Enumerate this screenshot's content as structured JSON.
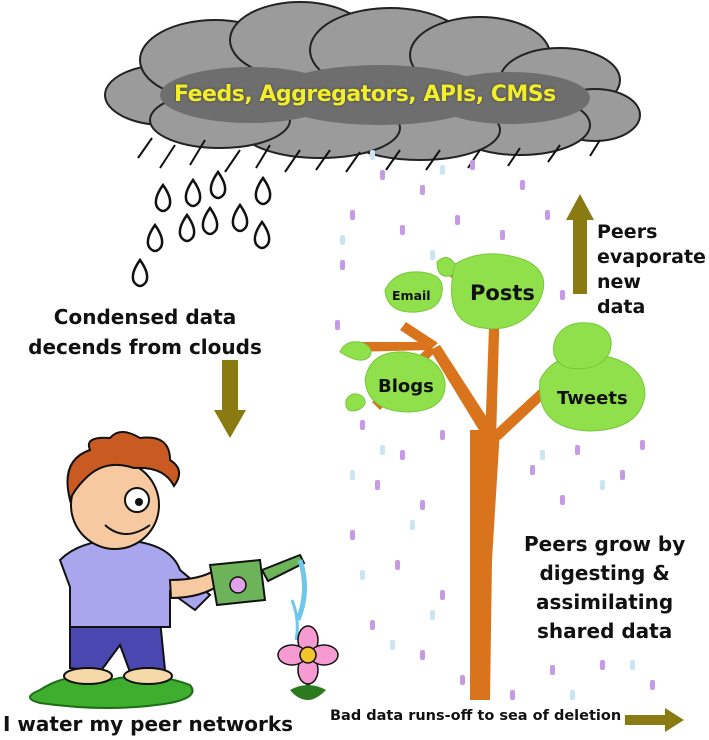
{
  "cloud": {
    "caption": "Feeds, Aggregators, APIs, CMSs"
  },
  "labels": {
    "condensed_line1": "Condensed data",
    "condensed_line2": "decends from clouds",
    "evaporate_line1": "Peers",
    "evaporate_line2": "evaporate",
    "evaporate_line3": "new",
    "evaporate_line4": "data",
    "grow_line1": "Peers grow by",
    "grow_line2": "digesting &",
    "grow_line3": "assimilating",
    "grow_line4": "shared data",
    "water": "I water my peer networks",
    "runoff": "Bad data runs-off to sea of deletion"
  },
  "tree": {
    "leaves": [
      "Email",
      "Posts",
      "Blogs",
      "Tweets"
    ]
  },
  "colors": {
    "cloud_dark": "#6e6e6e",
    "cloud_light": "#9b9b9b",
    "caption_yellow": "#f2ee2a",
    "arrow_olive": "#8a7a12",
    "trunk_orange": "#d9741c",
    "leaf_green": "#8fe04a",
    "rain_purple": "#c79ae6",
    "rain_blue": "#c9e6f2",
    "shirt": "#a9a6ee",
    "pants": "#4a47b0",
    "hair": "#c95a22"
  }
}
